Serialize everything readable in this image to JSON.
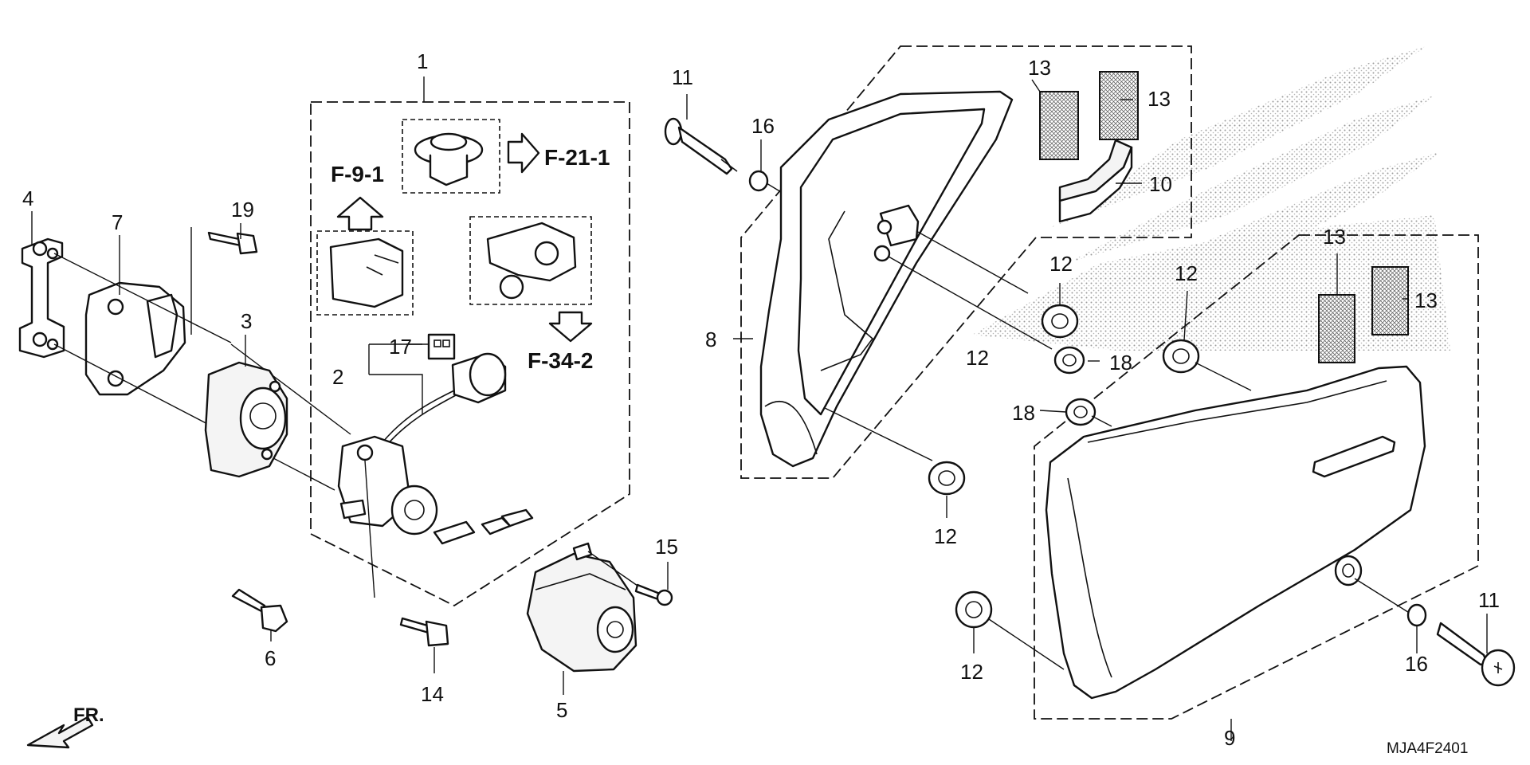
{
  "diagram_code": "MJA4F2401",
  "direction_label": "FR.",
  "references": [
    "F-9-1",
    "F-21-1",
    "F-34-2"
  ],
  "callouts": [
    "1",
    "2",
    "3",
    "4",
    "5",
    "6",
    "7",
    "8",
    "9",
    "10",
    "11",
    "11",
    "12",
    "12",
    "12",
    "12",
    "12",
    "13",
    "13",
    "13",
    "13",
    "14",
    "15",
    "16",
    "16",
    "17",
    "18",
    "18",
    "19"
  ]
}
